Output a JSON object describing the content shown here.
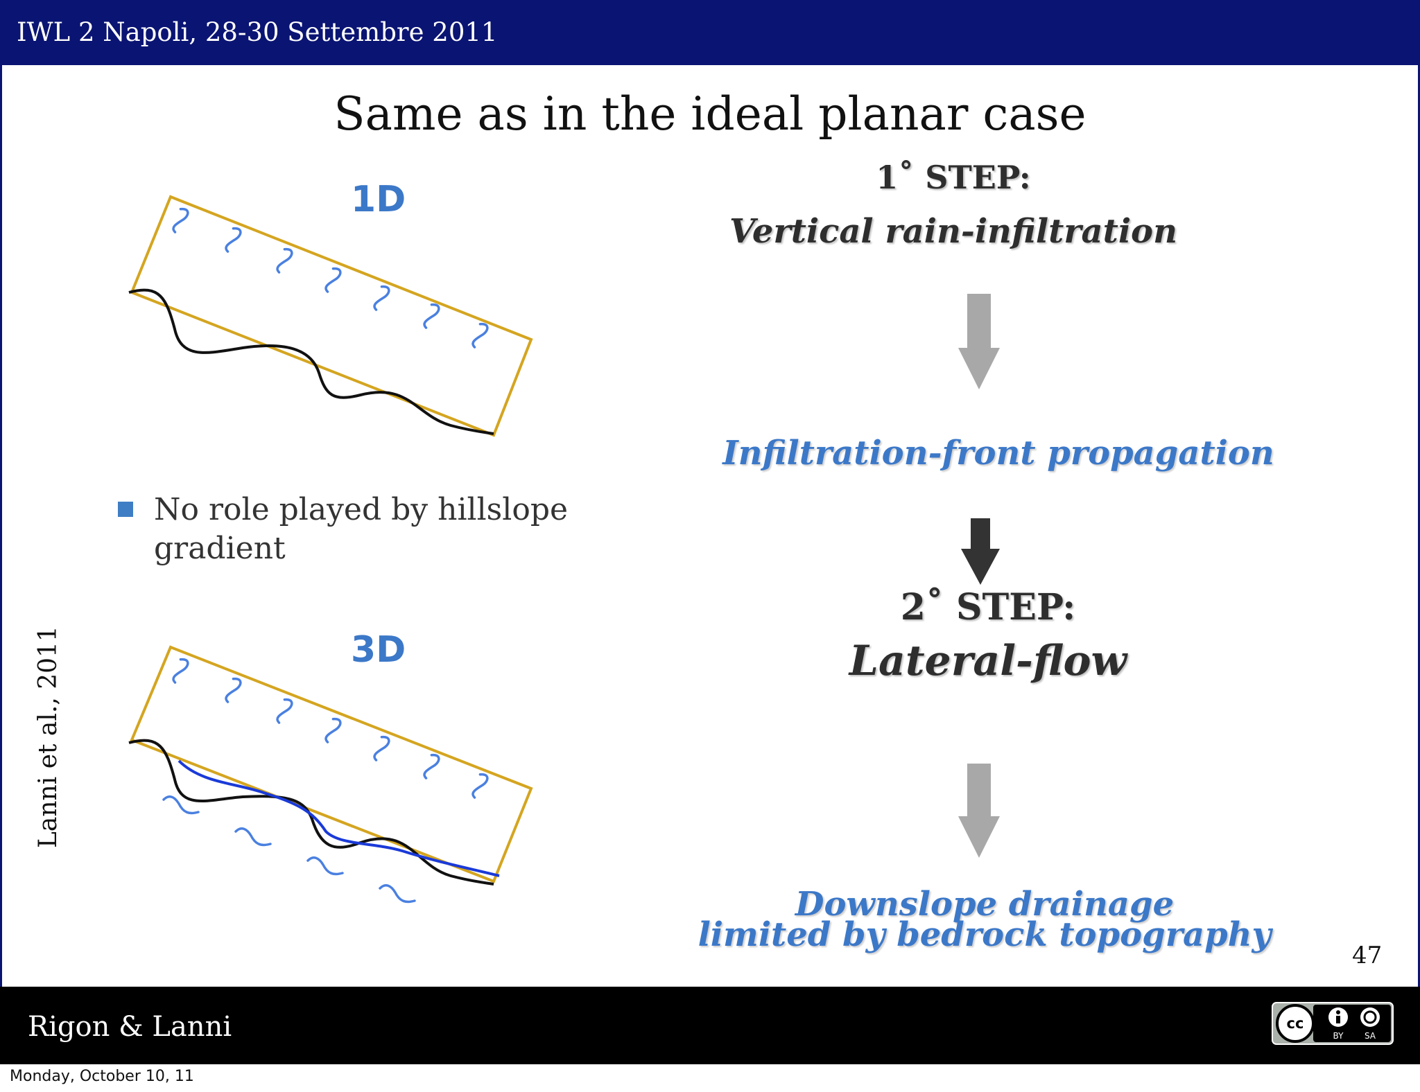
{
  "header": {
    "event": "IWL 2 Napoli, 28-30 Settembre 2011"
  },
  "slide": {
    "title": "Same as in the ideal planar  case",
    "figure_1d": {
      "label": "1D"
    },
    "figure_3d": {
      "label": "3D"
    },
    "bullet": "No role played by hillslope gradient",
    "citation": "Lanni et al., 2011",
    "flow": {
      "step1": "1˚ STEP:",
      "vertical": "Vertical rain-infiltration",
      "infiltration_front": "Infiltration-front propagation",
      "step2": "2˚ STEP:",
      "lateral": "Lateral-flow",
      "drainage_line1": "Downslope drainage",
      "drainage_line2": "limited by bedrock topography"
    },
    "page_number": "47"
  },
  "colors": {
    "header_bar": "#0a1473",
    "accent_blue": "#3c78c8",
    "slope_outline": "#d4a520",
    "water_table": "#1a3ad8",
    "arrow_gray": "#a8a8a8",
    "arrow_dark": "#333333"
  },
  "footer": {
    "authors": "Rigon & Lanni",
    "license": {
      "icon": "cc-by-sa-icon",
      "cc": "cc",
      "by": "BY",
      "sa": "SA"
    }
  },
  "timestamp": "Monday, October 10, 11"
}
